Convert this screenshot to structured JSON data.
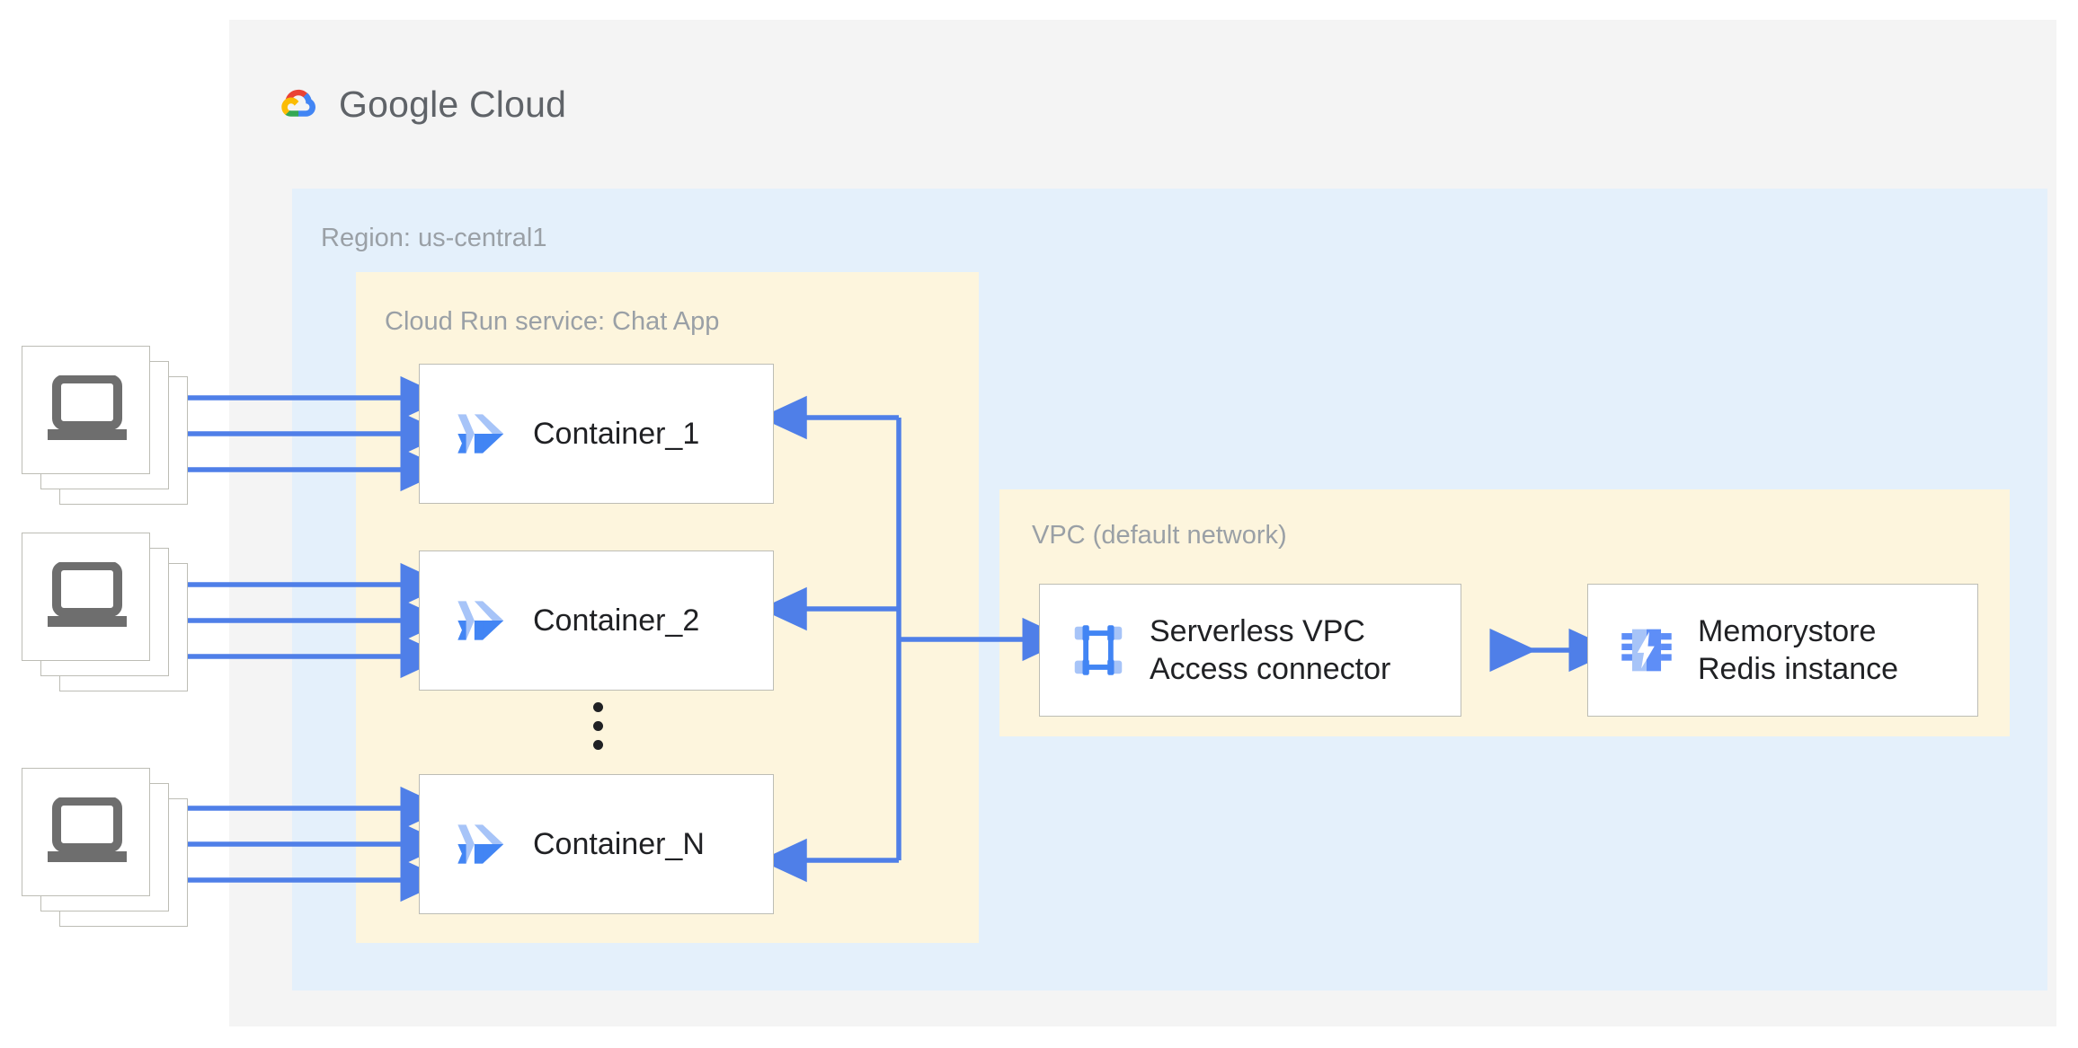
{
  "brand": {
    "name": "Google Cloud",
    "logo_icon": "google-cloud-logo-icon",
    "colors": {
      "red": "#EA4335",
      "yellow": "#FBBC04",
      "green": "#34A853",
      "blue": "#4285F4",
      "text": "#5F6368"
    }
  },
  "zones": {
    "platform": {
      "label": "",
      "bg": "#F4F4F4"
    },
    "region": {
      "label": "Region: us-central1",
      "bg": "#E4F0FB",
      "label_color": "#9AA0A6"
    },
    "cloud_run": {
      "label": "Cloud Run service: Chat App",
      "bg": "#FDF5DD",
      "label_color": "#9AA0A6"
    },
    "vpc": {
      "label": "VPC (default network)",
      "bg": "#FDF5DD",
      "label_color": "#9AA0A6"
    }
  },
  "nodes": {
    "containers": [
      {
        "id": "container-1",
        "label": "Container_1",
        "icon": "cloud-run-icon"
      },
      {
        "id": "container-2",
        "label": "Container_2",
        "icon": "cloud-run-icon"
      },
      {
        "id": "container-n",
        "label": "Container_N",
        "icon": "cloud-run-icon"
      }
    ],
    "ellipsis": "⋮",
    "vpc_connector": {
      "label": "Serverless VPC\nAccess connector",
      "icon": "serverless-vpc-access-connector-icon"
    },
    "memorystore": {
      "label": "Memorystore\nRedis instance",
      "icon": "memorystore-redis-icon"
    }
  },
  "clients": [
    {
      "id": "laptops-1",
      "icon": "laptop-stack-icon",
      "connections": 3
    },
    {
      "id": "laptops-2",
      "icon": "laptop-stack-icon",
      "connections": 3
    },
    {
      "id": "laptops-3",
      "icon": "laptop-stack-icon",
      "connections": 3
    }
  ],
  "connections": {
    "arrow_color": "#4F7FE8",
    "client_to_container": "unidirectional",
    "container_to_connector": "unidirectional",
    "connector_to_memorystore": "bidirectional"
  },
  "palette": {
    "icon_blue_dark": "#4285F4",
    "icon_blue_light": "#A7C4F8",
    "node_border": "#BDBDB5",
    "laptop_gray": "#6E6E6E",
    "text_dark": "#202124",
    "text_muted": "#9AA0A6"
  }
}
